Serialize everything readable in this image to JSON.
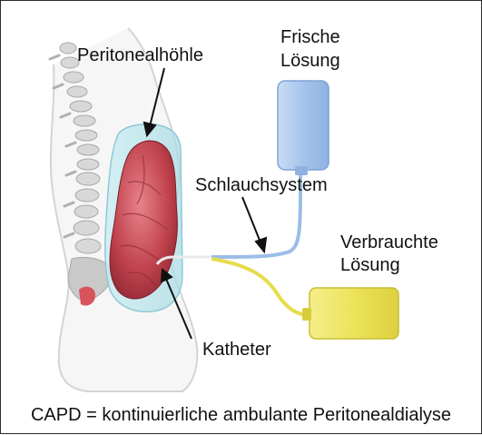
{
  "labels": {
    "peritoneal_cavity": "Peritonealhöhle",
    "fresh_solution_line1": "Frische",
    "fresh_solution_line2": "Lösung",
    "tubing_system": "Schlauchsystem",
    "used_solution_line1": "Verbrauchte",
    "used_solution_line2": "Lösung",
    "catheter": "Katheter"
  },
  "caption": "CAPD = kontinuierliche ambulante Peritonealdialyse",
  "colors": {
    "fresh_bag": "#a9c6ec",
    "used_bag": "#ece35a",
    "organs": "#c0434e",
    "cavity": "#bfe3ea",
    "spine": "#cfcfcf",
    "body_outline": "#d4d4d4",
    "arrow": "#111111"
  }
}
